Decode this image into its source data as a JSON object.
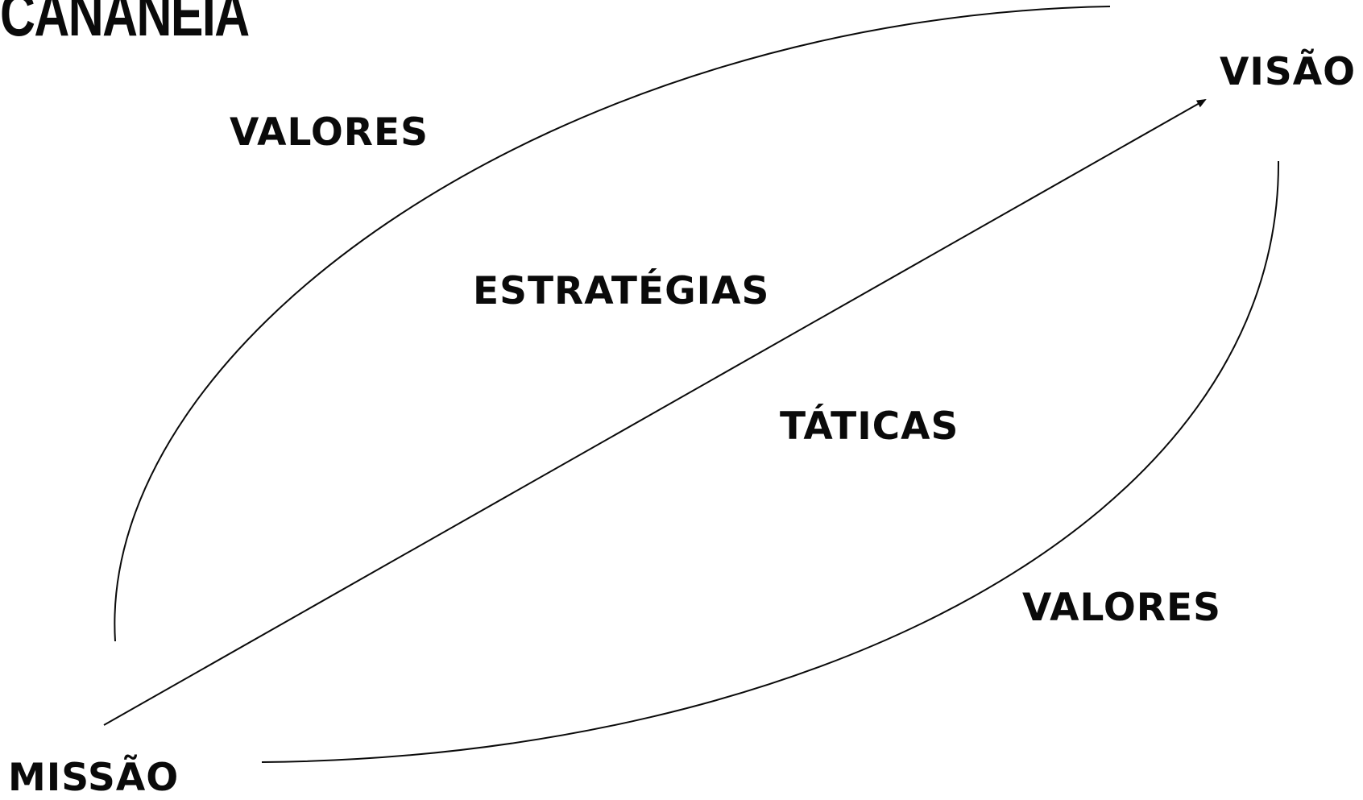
{
  "logo": {
    "text": "CANANEIA"
  },
  "labels": {
    "visao": "VISÃO",
    "valores_top": "VALORES",
    "estrategias": "ESTRATÉGIAS",
    "taticas": "TÁTICAS",
    "valores_bottom": "VALORES",
    "missao": "MISSÃO"
  },
  "colors": {
    "ink": "#0a0a0a",
    "background": "#ffffff"
  }
}
